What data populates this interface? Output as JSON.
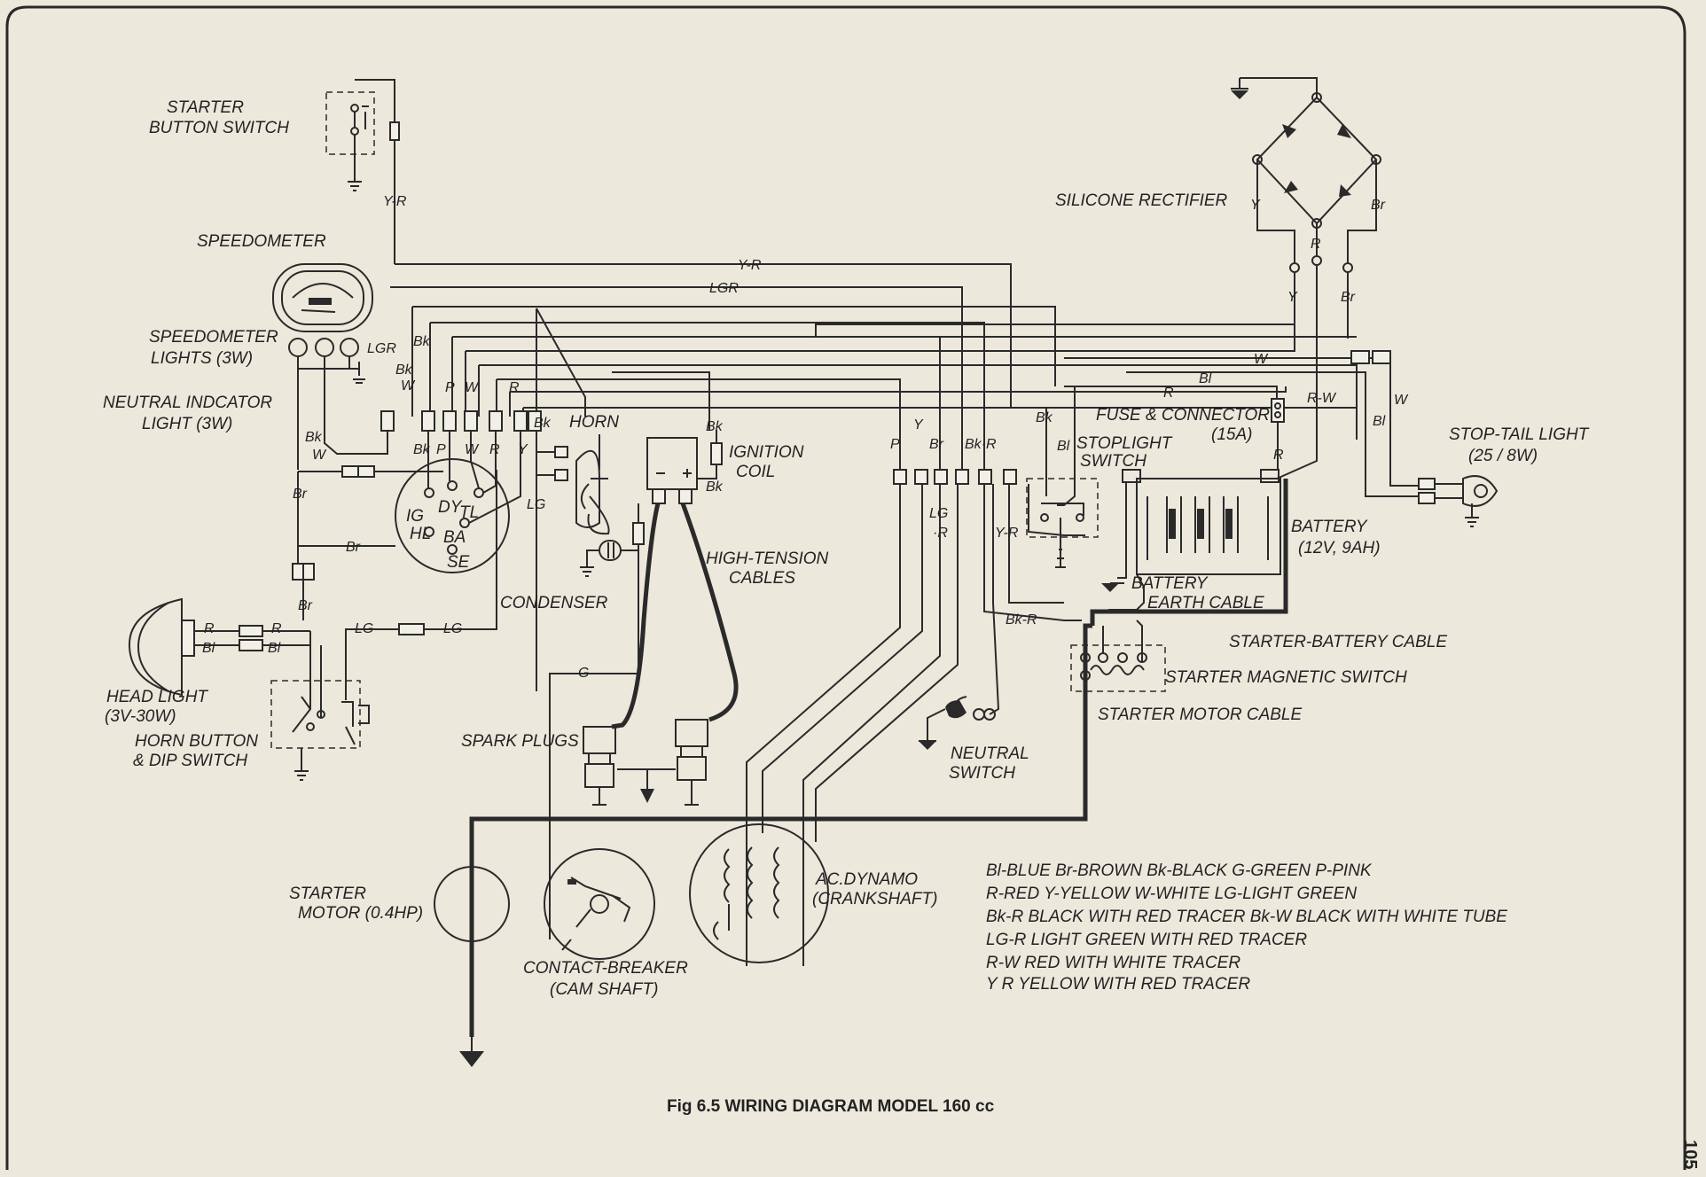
{
  "components": {
    "starter_button_switch": "STARTER\nBUTTON SWITCH",
    "speedometer": "SPEEDOMETER",
    "speedometer_lights": "SPEEDOMETER\nLIGHTS (3W)",
    "neutral_indicator_light": "NEUTRAL INDCATOR\nLIGHT (3W)",
    "head_light": "HEAD LIGHT\n(3V-30W)",
    "horn_button_dip_switch": "HORN BUTTON\n& DIP SWITCH",
    "horn": "HORN",
    "ignition_coil": "IGNITION\nCOIL",
    "high_tension_cables": "HIGH-TENSION\nCABLES",
    "condenser": "CONDENSER",
    "spark_plugs": "SPARK PLUGS",
    "starter_motor": "STARTER\nMOTOR (0.4HP)",
    "contact_breaker": "CONTACT-BREAKER\n(CAM SHAFT)",
    "ac_dynamo": "AC.DYNAMO\n(CRANKSHAFT)",
    "neutral_switch": "NEUTRAL\nSWITCH",
    "silicone_rectifier": "SILICONE RECTIFIER",
    "fuse_connector": "FUSE & CONNECTOR\n(15A)",
    "stoplight_switch": "STOPLIGHT\nSWITCH",
    "stop_tail_light": "STOP-TAIL LIGHT\n(25 / 8W)",
    "battery": "BATTERY\n(12V, 9AH)",
    "battery_earth_cable": "BATTERY\nEARTH CABLE",
    "starter_battery_cable": "STARTER-BATTERY CABLE",
    "starter_magnetic_switch": "STARTER MAGNETIC SWITCH",
    "starter_motor_cable": "STARTER MOTOR CABLE"
  },
  "ignition_terminals": [
    "IG",
    "DY",
    "TL",
    "HL",
    "BA",
    "SE"
  ],
  "wire_labels": {
    "y_r": "Y-R",
    "lgr": "LGR",
    "bk": "Bk",
    "w": "W",
    "p": "P",
    "r": "R",
    "y": "Y",
    "br": "Br",
    "bl": "Bl",
    "lg": "LG",
    "g": "G",
    "bk_r": "Bk-R",
    "bk_r_2": "Bk·R",
    "lg_r": "LG\n·R",
    "y_r_2": "Y-R",
    "r_w": "R-W",
    "lg_r_main": "LG-R"
  },
  "legend": [
    "Bl-BLUE   Br-BROWN  Bk-BLACK   G-GREEN P-PINK",
    "R-RED  Y-YELLOW  W-WHITE  LG-LIGHT GREEN",
    "Bk-R   BLACK WITH RED TRACER    Bk-W BLACK WITH WHITE TUBE",
    "LG-R  LIGHT GREEN WITH RED TRACER",
    "R-W   RED WITH WHITE TRACER",
    "Y R   YELLOW WITH RED TRACER"
  ],
  "caption": "Fig 6.5  WIRING DIAGRAM MODEL 160 cc",
  "page_number": "105"
}
